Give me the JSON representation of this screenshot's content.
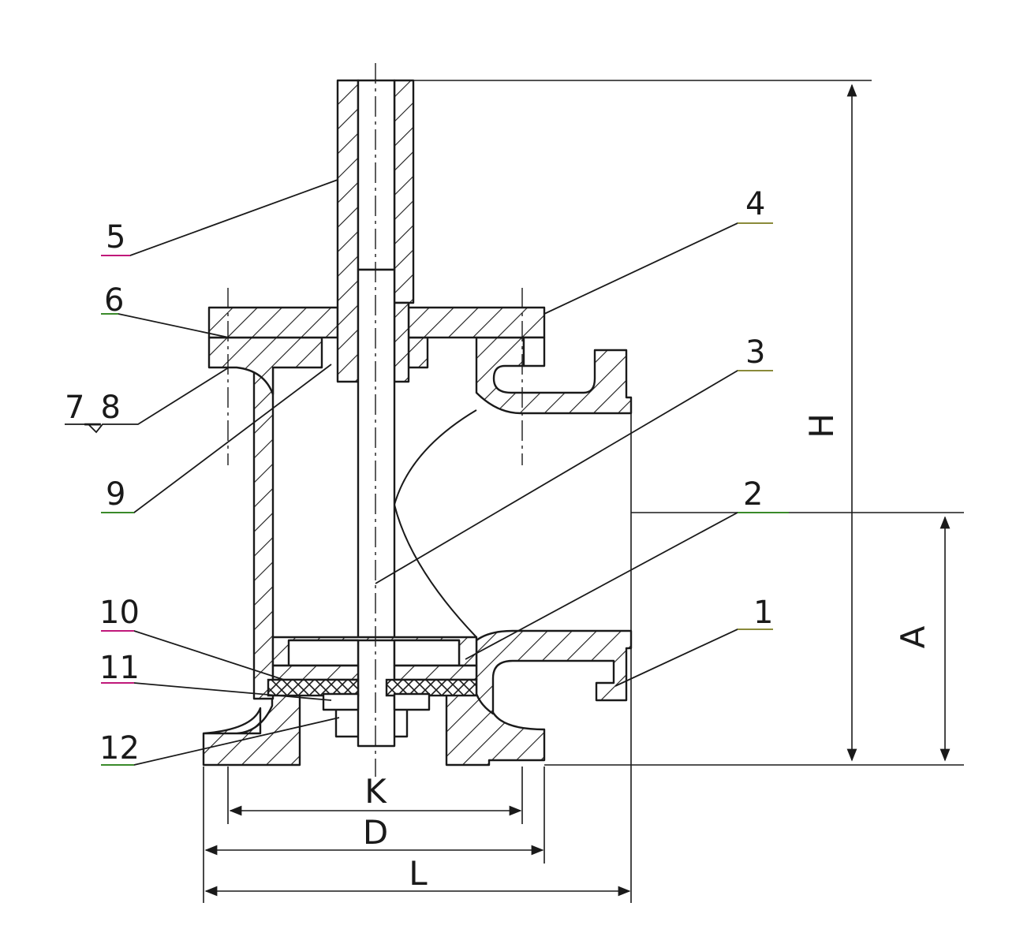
{
  "colors": {
    "ink": "#1a1a1a",
    "underline_magenta": "#c0187a",
    "underline_green": "#3a8a2a",
    "underline_olive": "#8a8a3a"
  },
  "part_labels": [
    {
      "id": "5",
      "text": "5"
    },
    {
      "id": "4",
      "text": "4"
    },
    {
      "id": "6",
      "text": "6"
    },
    {
      "id": "3",
      "text": "3"
    },
    {
      "id": "7_8",
      "text": "7_8"
    },
    {
      "id": "9",
      "text": "9"
    },
    {
      "id": "2",
      "text": "2"
    },
    {
      "id": "10",
      "text": "10"
    },
    {
      "id": "1",
      "text": "1"
    },
    {
      "id": "11",
      "text": "11"
    },
    {
      "id": "12",
      "text": "12"
    }
  ],
  "dimensions": {
    "H": "H",
    "A": "A",
    "K": "K",
    "D": "D",
    "L": "L"
  }
}
